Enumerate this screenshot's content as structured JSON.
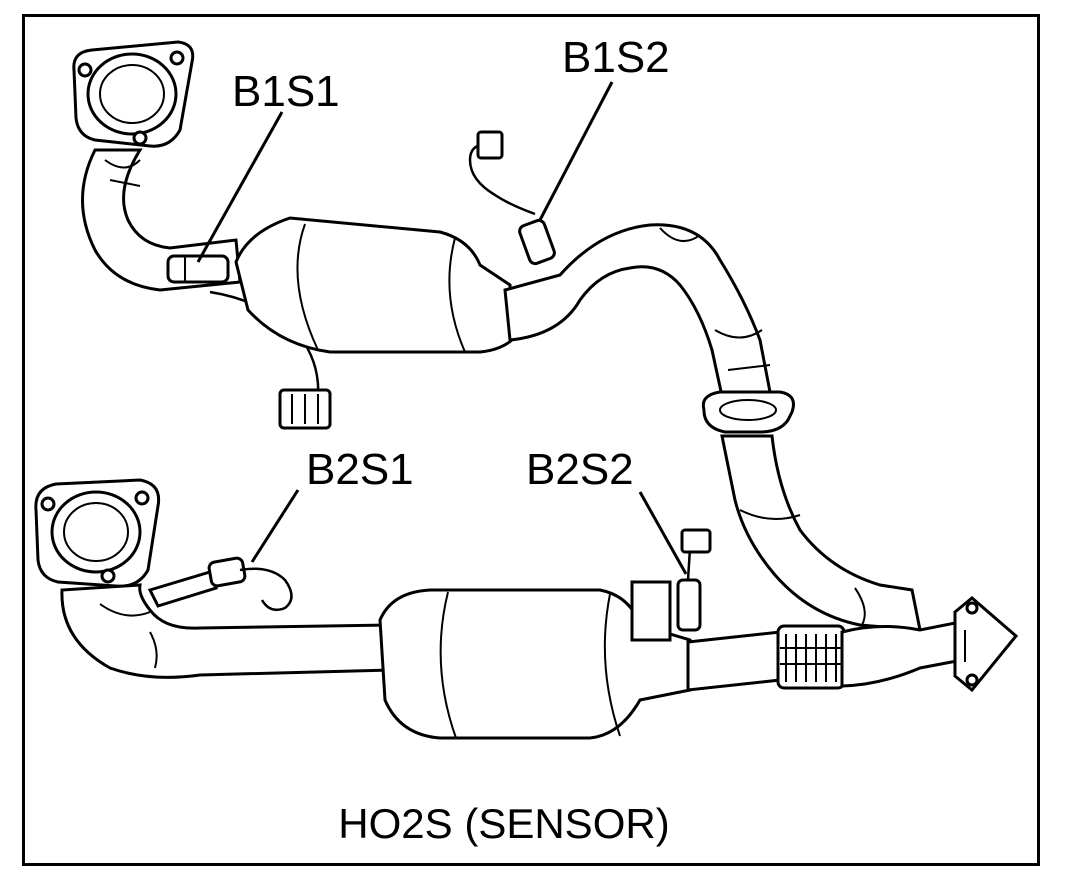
{
  "labels": {
    "b1s1": "B1S1",
    "b1s2": "B1S2",
    "b2s1": "B2S1",
    "b2s2": "B2S2"
  },
  "caption": "HO2S (SENSOR)"
}
